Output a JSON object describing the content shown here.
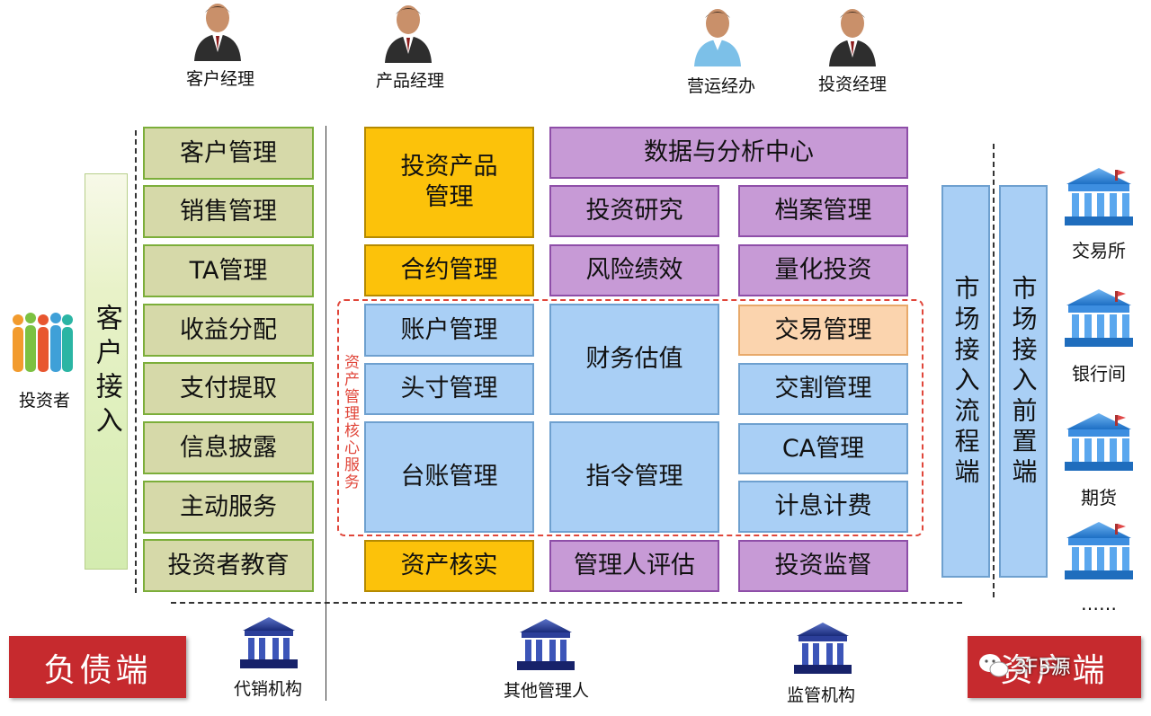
{
  "roles": {
    "customer_manager": "客户经理",
    "product_manager": "产品经理",
    "operations_manager": "营运经办",
    "investment_manager": "投资经理"
  },
  "investor": "投资者",
  "customer_access": "客户接入",
  "left_column": [
    "客户管理",
    "销售管理",
    "TA管理",
    "收益分配",
    "支付提取",
    "信息披露",
    "主动服务",
    "投资者教育"
  ],
  "center": {
    "invest_product": "投资产品管理",
    "contract": "合约管理",
    "account": "账户管理",
    "position": "头寸管理",
    "ledger": "台账管理",
    "asset_verify": "资产核实",
    "data_center": "数据与分析中心",
    "research": "投资研究",
    "archive": "档案管理",
    "risk": "风险绩效",
    "quant": "量化投资",
    "valuation": "财务估值",
    "instruction": "指令管理",
    "trade": "交易管理",
    "settlement": "交割管理",
    "ca": "CA管理",
    "interest": "计息计费",
    "manager_eval": "管理人评估",
    "supervision": "投资监督",
    "core_service": "资产管理核心服务"
  },
  "market_flow": "市场接入流程端",
  "market_front": "市场接入前置端",
  "markets": [
    "交易所",
    "银行间",
    "期货",
    "……"
  ],
  "liability": "负债端",
  "asset": "资产端",
  "institutions": {
    "agency": "代销机构",
    "other": "其他管理人",
    "regulator": "监管机构"
  },
  "watermark": "3F5源",
  "colors": {
    "green": "#d6d9a9",
    "orange": "#fcc20a",
    "purple": "#c79ad6",
    "blue": "#a9cff5",
    "red": "#c62a2e",
    "dashed_red": "#e0463a"
  }
}
